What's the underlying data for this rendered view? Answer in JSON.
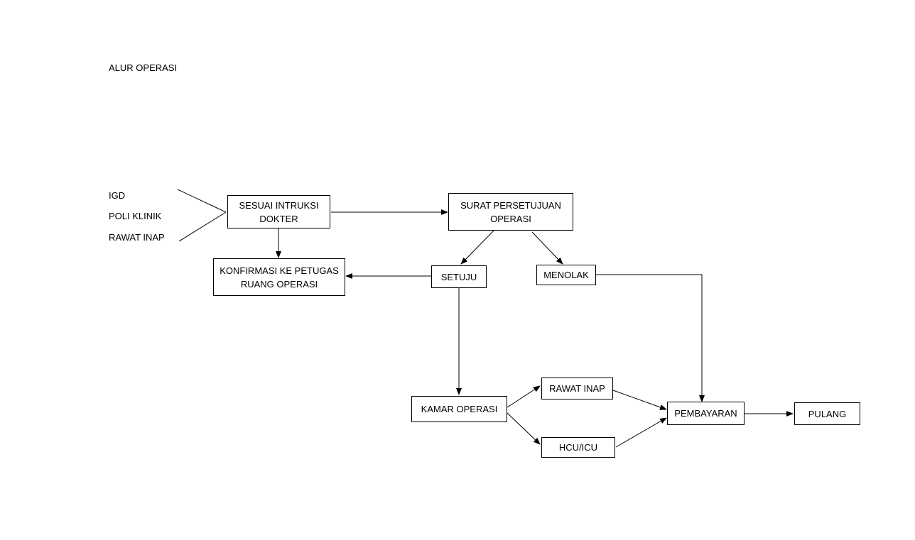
{
  "title": "ALUR OPERASI",
  "sources": {
    "igd": "IGD",
    "poli_klinik": "POLI KLINIK",
    "rawat_inap": "RAWAT INAP"
  },
  "nodes": {
    "sesuai_intruksi": {
      "line1": "SESUAI INTRUKSI",
      "line2": "DOKTER"
    },
    "surat_persetujuan": {
      "line1": "SURAT PERSETUJUAN",
      "line2": "OPERASI"
    },
    "konfirmasi": {
      "line1": "KONFIRMASI KE PETUGAS",
      "line2": "RUANG OPERASI"
    },
    "setuju": "SETUJU",
    "menolak": "MENOLAK",
    "kamar_operasi": "KAMAR OPERASI",
    "rawat_inap": "RAWAT INAP",
    "hcu_icu": "HCU/ICU",
    "pembayaran": "PEMBAYARAN",
    "pulang": "PULANG"
  },
  "colors": {
    "line": "#000000",
    "background": "#ffffff"
  }
}
